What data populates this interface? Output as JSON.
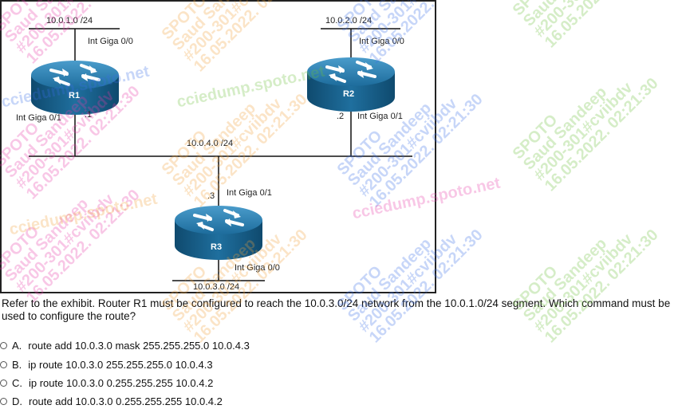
{
  "exhibit": {
    "networks": {
      "net1": "10.0.1.0 /24",
      "net2": "10.0.2.0 /24",
      "net4": "10.0.4.0 /24",
      "net3": "10.0.3.0 /24"
    },
    "routers": {
      "r1": {
        "name": "R1",
        "top_interface": "Int Giga 0/0",
        "bottom_interface": "Int Giga 0/1",
        "host_id": ".1"
      },
      "r2": {
        "name": "R2",
        "top_interface": "Int Giga 0/0",
        "bottom_interface": "Int Giga 0/1",
        "host_id": ".2"
      },
      "r3": {
        "name": "R3",
        "top_interface": "Int Giga 0/1",
        "bottom_interface": "Int Giga 0/0",
        "host_id": ".3"
      }
    }
  },
  "question": {
    "text": "Refer to the exhibit. Router R1 must be configured to reach the 10.0.3.0/24 network from the 10.0.1.0/24 segment. Which command must be used to configure the route?"
  },
  "options": [
    {
      "letter": "A.",
      "text": "route add 10.0.3.0 mask 255.255.255.0 10.0.4.3"
    },
    {
      "letter": "B.",
      "text": "ip route 10.0.3.0 255.255.255.0 10.0.4.3"
    },
    {
      "letter": "C.",
      "text": "ip route 10.0.3.0 0.255.255.255 10.0.4.2"
    },
    {
      "letter": "D.",
      "text": "route add 10.0.3.0 0.255.255.255 10.0.4.2"
    }
  ],
  "watermark": {
    "lines": [
      "SPOTO",
      "Saud Sandeep",
      "#200-301#cviibdv",
      "16.05.2022. 02:21:30"
    ],
    "site": "cciedump.spoto.net"
  },
  "colors": {
    "router_top": "#1f6f9e",
    "router_side": "#14547a",
    "wm_pink": "#e83aa8",
    "wm_orange": "#f2a23a",
    "wm_blue": "#3a6ee8",
    "wm_green": "#6cbf3a"
  }
}
